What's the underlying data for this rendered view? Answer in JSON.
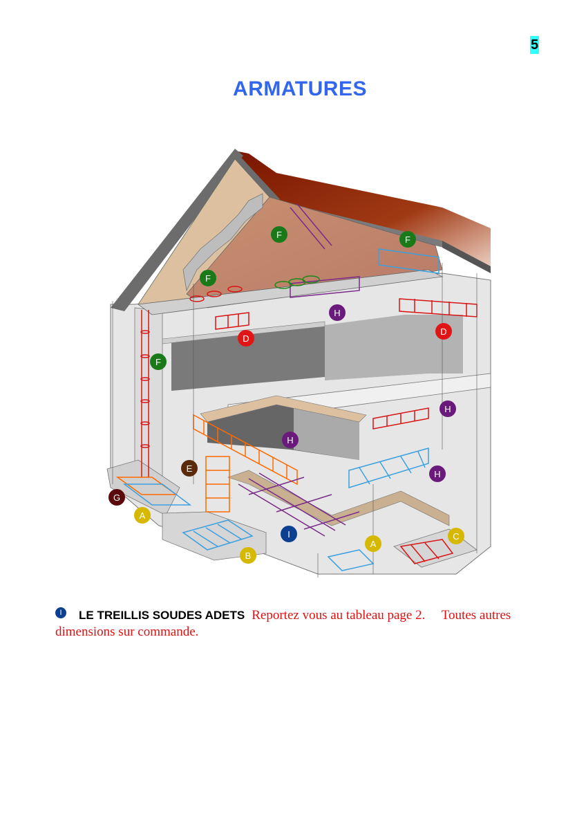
{
  "page_number": "5",
  "title": "ARMATURES",
  "caption": {
    "marker": "I",
    "heading": "LE TREILLIS SOUDES ADETS",
    "text": "Reportez vous au tableau page 2.     Toutes autres dimensions sur commande."
  },
  "diagram": {
    "labels": [
      {
        "text": "F",
        "color": "#1a7a1a"
      },
      {
        "text": "F",
        "color": "#1a7a1a"
      },
      {
        "text": "F",
        "color": "#1a7a1a"
      },
      {
        "text": "F",
        "color": "#1a7a1a"
      },
      {
        "text": "H",
        "color": "#6a1a7a"
      },
      {
        "text": "H",
        "color": "#6a1a7a"
      },
      {
        "text": "H",
        "color": "#6a1a7a"
      },
      {
        "text": "H",
        "color": "#6a1a7a"
      },
      {
        "text": "D",
        "color": "#e01515"
      },
      {
        "text": "D",
        "color": "#e01515"
      },
      {
        "text": "E",
        "color": "#5a2a0a"
      },
      {
        "text": "G",
        "color": "#5a0a0a"
      },
      {
        "text": "A",
        "color": "#d6b800"
      },
      {
        "text": "A",
        "color": "#d6b800"
      },
      {
        "text": "B",
        "color": "#d6b800"
      },
      {
        "text": "C",
        "color": "#d6b800"
      },
      {
        "text": "I",
        "color": "#0b3f8f"
      }
    ]
  }
}
